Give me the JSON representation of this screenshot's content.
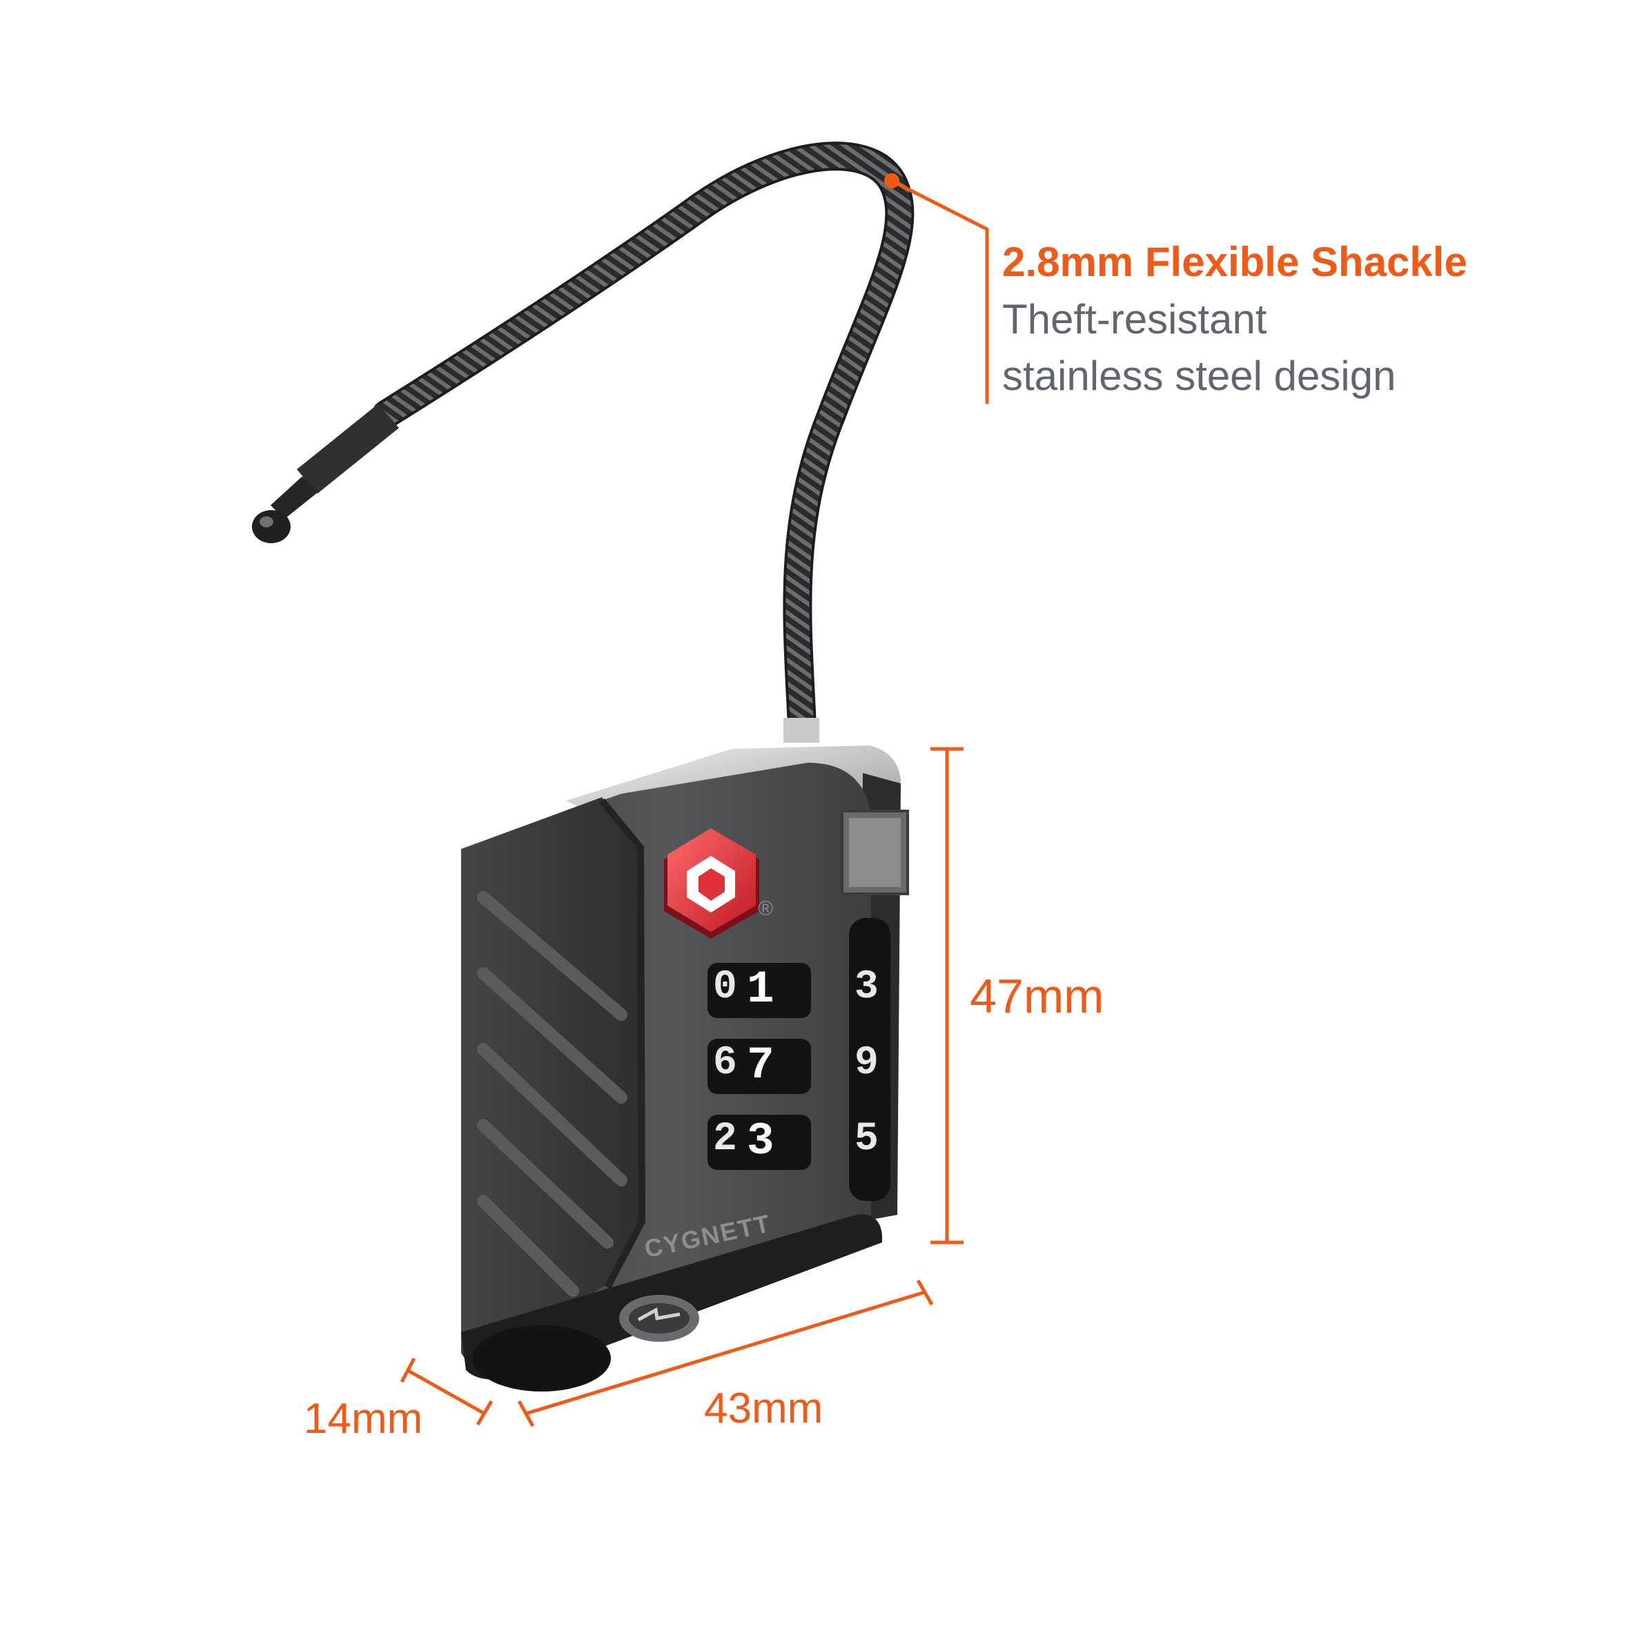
{
  "callout": {
    "title": "2.8mm Flexible Shackle",
    "line1": "Theft-resistant",
    "line2": "stainless steel design"
  },
  "dimensions": {
    "height": "47mm",
    "width": "43mm",
    "depth": "14mm"
  },
  "lock": {
    "brand": "CYGNETT",
    "wheel_rows": [
      [
        "0",
        "1",
        "3"
      ],
      [
        "6",
        "7",
        "9"
      ],
      [
        "2",
        "3",
        "5"
      ]
    ],
    "registered_mark": "®"
  },
  "colors": {
    "accent": "#ef5a17",
    "body_text": "#5f6670",
    "lock_body": "#4a4b4f",
    "tsa_red": "#e0303a"
  },
  "icons": {
    "tsa_badge": "tsa-diamond-icon",
    "key_slot": "key-slot-icon"
  }
}
